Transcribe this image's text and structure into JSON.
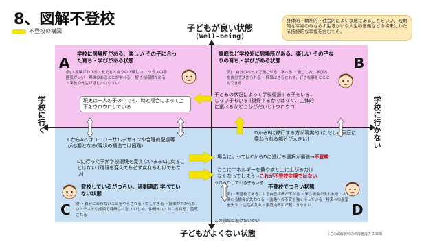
{
  "header": {
    "title": "8、図解不登校",
    "legend_label": "不登校の構図",
    "note": "身体的・精神的・社会的によい状態にあることをいい、短期的な幸福のみならず生きがいや人生の意義などの将来にわたる持続的な幸福を含むもの。"
  },
  "axes": {
    "top_label": "子どもが良い状態",
    "top_sub": "(Well-being)",
    "bottom_label": "子どもがよくない状態",
    "left_label": "学校に行く",
    "right_label": "学校に行かない"
  },
  "quadrants": {
    "A": {
      "letter": "A",
      "head": "学校に居場所がある、楽しい その子に合った育ち・学びがある状態",
      "details": "例)・授業がわかる・友だちと会うのが楽しい ・クラスの雰囲気がいい・興味のあることが学べる ・好きな時間がある ・学校の先生が話しかけやすい"
    },
    "B": {
      "letter": "B",
      "head": "家庭など学校外に居場所がある、楽しい その子なりの育ち・学びがある状態",
      "details": "例)・自分のペースで過ごせる、学べる ・過ごし方、学び方を自分で決められる ・評価にさらされず、好きな事をとことんできる"
    },
    "C": {
      "letter": "C",
      "head": "登校しているがつらい、過剰適応 学べていない状態",
      "details": "例)・自分に合わないことをやらされる・忙しすぎる ・授業がわからない・テストや成績で評価される ・いじめ、仲間外れ・おこられる、否定される"
    },
    "D": {
      "letter": "D",
      "head": "不登校でつらい状態",
      "details": "例)・不登校であることで自己評価が下がる ・学ぶ機会が失われる、人と関わる機会が失われる ・進路への不安を強く持っている・将来への展望を失う ・生活の乱れ・家庭内不和が起こりやすい"
    }
  },
  "annotations": {
    "reality": "現実は一人の子の中でも、時と場合によって上下をウロウロしている",
    "situation": "子どもの状況によって学校復帰する子もいる、しない子もいる (復帰するかではなく、主体的に選べるかどうかがだいじ) ウロウロ",
    "d_to_b": "DからBに移行する方が現実的 (ただし、家庭に委ねられる部分が大きい)",
    "c_to_a": "CからAへはユニバーサルデザインや合理的配慮等が必要となる(現状の構造では困難)",
    "d_to_c": "Dに行った子が学校環境を変えないままCに戻ることはない (環境を変えても必ず戻れるわけでもない)",
    "case_cd_prefix": "場合によってはCからDに逃げる選択が最善→",
    "case_cd_red": "不登校",
    "energy_line1": "ここにエネルギーを費やすと上に上がる力は",
    "energy_line2_prefix": "なくなってしまう→",
    "energy_line2_red": "これが不登校支援ではない",
    "wander_note": "ウロウロしている子もいる",
    "bottom_note": "この領域は避けたいかい",
    "credit": "(この図解資料の作成者提供 2023)"
  },
  "colors": {
    "top_half": "#f5c5f0",
    "bottom_half": "#c6def3",
    "arrow_yellow": "#f2e300",
    "note_bg": "#fde9b8",
    "emphasis_red": "#d00000"
  }
}
